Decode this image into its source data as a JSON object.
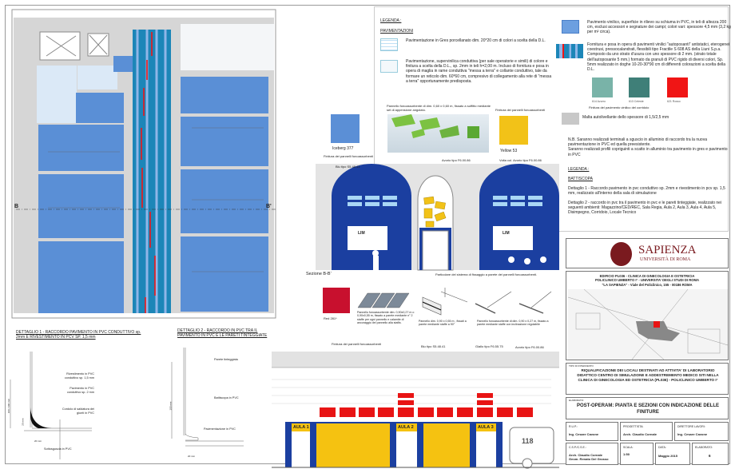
{
  "plan": {
    "section_mark_left": "B",
    "section_mark_right": "B'"
  },
  "legend": {
    "title": "LEGENDA :",
    "pavimentazioni_title": "PAVIMENTAZIONI",
    "items": [
      {
        "text": "Pavimentazione in Gres porcellanato dim. 20*20 cm di colori a scelta della D.L."
      },
      {
        "text": "Pavimentazione, supervinilica conduttiva (per sale operatorie e simili) di colore e finitura a scelta della D.L., sp. 2mm in teli h=2,00 m. Incluso di fornitura e posa in opera di maglia in rame conduttiva \"messa a terra\" e collante conduttivo, tale da formare un reticolo dim. 60*60 cm, compresivo di collegamento alla rete di \"messa a terra\" opportunamente predisposta."
      },
      {
        "text": "Pavimento vinilico, superficie in rilievo su schiuma in PVC, in teli di altezza 200 cm, esclusi accessori e segnature dei campi; colori vari: spessore 4,5 mm (3,2 kg per m² circa)."
      },
      {
        "text": "Fornitura e posa in opera di pavimenti vinilici \"autoposanti\" antistatici, eterogenei coestrusi, pressocalandrati, flessibili tipo Fractile S 608 AS della Liuni S.p.a. Composto da uno strato d'usura con uno spessore di 2 mm. (strato totale dell'autoposante 5 mm.) formato da granuli di PVC rigido di diversi colori, Sp. 5mm realizzato in doghe 10-20-30*90 cm di differenti colorazioni a scelta della D.L."
      },
      {
        "text": "Malta autolivellante dello spessore di 1,5/2,5 mm"
      }
    ],
    "corridor_swatches": [
      {
        "label": "614 Azurro",
        "color": "#79b3a8"
      },
      {
        "label": "613 Celeste",
        "color": "#3f7f78"
      },
      {
        "label": "621 Rosso",
        "color": "#f01515"
      }
    ],
    "corridor_caption": "Finitura del pavimento vinilico del corridoio",
    "nb": "N.B. Saranno realizzati terminali a sguscio in alluminio di raccordo tra la nuova pavimentazione in PVC ed quella preesistente.\nSaranno realizzati profili copriguinti a scatto in alluminio tra pavimento in gres e pavimento in PVC",
    "title2": "LEGENDA :",
    "battiscopa_title": "BATTISCOPA",
    "dettaglio1": "Dettaglio 1 - Raccordo pavimento in pvc conduttivo sp. 2mm e rivestimento in pcv sp. 1,5 mm, realizzato all'interno della sala di simulazione",
    "dettaglio2": "Dettaglio 2 - raccordo in pvc tra il pavimento in pvc e le pareti tinteggiate, realizzato nei seguenti ambienti: Magazzino/CED/REC, Sala Regia, Aula 2, Aula 3, Aula 4, Aula 5, Disimpegno, Corridoio, Locale Tecnico"
  },
  "panels": {
    "blue_name": "Iceberg 377",
    "blue_caption": "Finitura dei pannelli fonoassorbenti",
    "photo_caption": "Pannello fonoassorbente di dim. 0,60 x 0,60 m, fissato a soffitto mediante set di appensione angolato.",
    "yellow_caption": "Finitura dei pannelli fonoassorbenti",
    "yellow_name": "Yellow 53",
    "red_name": "Red 281*",
    "colors": {
      "blue": "#5b8fd6",
      "yellow": "#f2c218",
      "red": "#c8102e"
    }
  },
  "section_bb": {
    "label_blu": "Blu tipo S5.48.41",
    "label_avorio": "Avorio tipo F6.00.86",
    "label_volta": "Volta col. Avorio tipo F6.00.86",
    "lim1": "LIM",
    "lim2": "LIM",
    "title": "Sezione B-B'",
    "fixing_title": "Particolare del sistema di fissaggio a parete dei pannelli fonoassorbenti.",
    "detail_a": "Pannello fonoassorbente dim. 0,90x0,27 m o 0,90x0,55 m, fissato a parete mediante n° 2 staffe per ogni pannello e calamite di ancoraggio del pannello alla staffa.",
    "detail_b": "Pannello dim. 0,90 x 0,55 m , fissati a parete mediante staffe a 90°",
    "detail_c": "Pannello fonoassorbente di dim. 0,90 x 0,27 m, fissato a parete mediante staffe con inclinazione regolabile"
  },
  "dettaglio1": {
    "title": "DETTAGLIO 1 - RACCORDO PAVIMENTO IN PVC CONDUTTIVO sp. 2mm E RIVESTIMENTO IN PCV SP. 1,5 mm",
    "labels": [
      "Rivestimento in PVC conduttivo sp. 1,5 mm",
      "Pavimento in PVC conduttivo sp. 2 mm",
      "Cordolo di saldatura dei giunti in PVC",
      "Sottosguscia in PVC"
    ],
    "dims": [
      "20 mm",
      "100 / 200 mm",
      "20 mm"
    ]
  },
  "dettaglio2": {
    "title": "DETTAGLIO 2 - RACCORDO IN PVC TRA IL PAVIMENTO IN PVC E LE PARETI TINTEGGIATE",
    "labels": [
      "Parete tinteggiata",
      "Battiscopa in PVC",
      "Pavimentazione in PVC"
    ],
    "dims": [
      "100 mm",
      "20 mm"
    ]
  },
  "elevation": {
    "label_finitura": "Finitura dei pannelli fonoassorbenti",
    "label_blu": "Blu tipo S5.48.41",
    "label_giallo": "Giallo tipo F6.55.75",
    "label_avorio": "Avorio tipo F6.00.86",
    "rooms": [
      "AULA 1",
      "AULA 2",
      "AULA 3"
    ],
    "ambulance": "118"
  },
  "title_block": {
    "logo_name": "SAPIENZA",
    "logo_sub": "UNIVERSITÀ DI ROMA",
    "building": "EDIFICIO PL036 - CLINICA DI GINECOLOGIA E OSTETRICIA\nPOLICLINICO UMBERTO I° - UNIVERSITA' DEGLI STUDI DI ROMA\n\"LA SAPIENZA\" - Viale del Policlinico, 155 - 00186 ROMA",
    "tipo_label": "TIPO DI INTERVENTO",
    "tipo": "RIQUALIFICAZIONE DEI LOCALI DESTINATI AD ATTIVITA' DI LABORATORIO DIDATTICO CENTRO DI SIMULAZIONE E ADDESTREMENTO MEDICO SITI NELLA CLINICA DI GINECOLOGIA ED OSTETRICIA (PL036) - POLICLINICO UMBERTO I°",
    "elaborato_label": "ELABORATO:",
    "elaborato": "POST-OPERAM: PIANTA E SEZIONI CON INDICAZIONE DELLE FINITURE",
    "rup_label": "R.U.P.:",
    "rup": "Ing. Cesare Cavone",
    "prog_label": "PROGETTISTA:",
    "prog": "Arch. Claudio Cornale",
    "dir_label": "DIRETTORE LAVORI:",
    "dir": "Ing. Cesare Cavone",
    "csp_label": "C.S.P./C.S.E.:",
    "csp": "Arch. Claudio Cornale\nGeom. Renato Del Grosso",
    "scala_label": "SCALA:",
    "scala": "1:50",
    "data_label": "DATA:",
    "data": "Maggio 2015",
    "num_label": "ELABORATO:",
    "num": "6"
  }
}
